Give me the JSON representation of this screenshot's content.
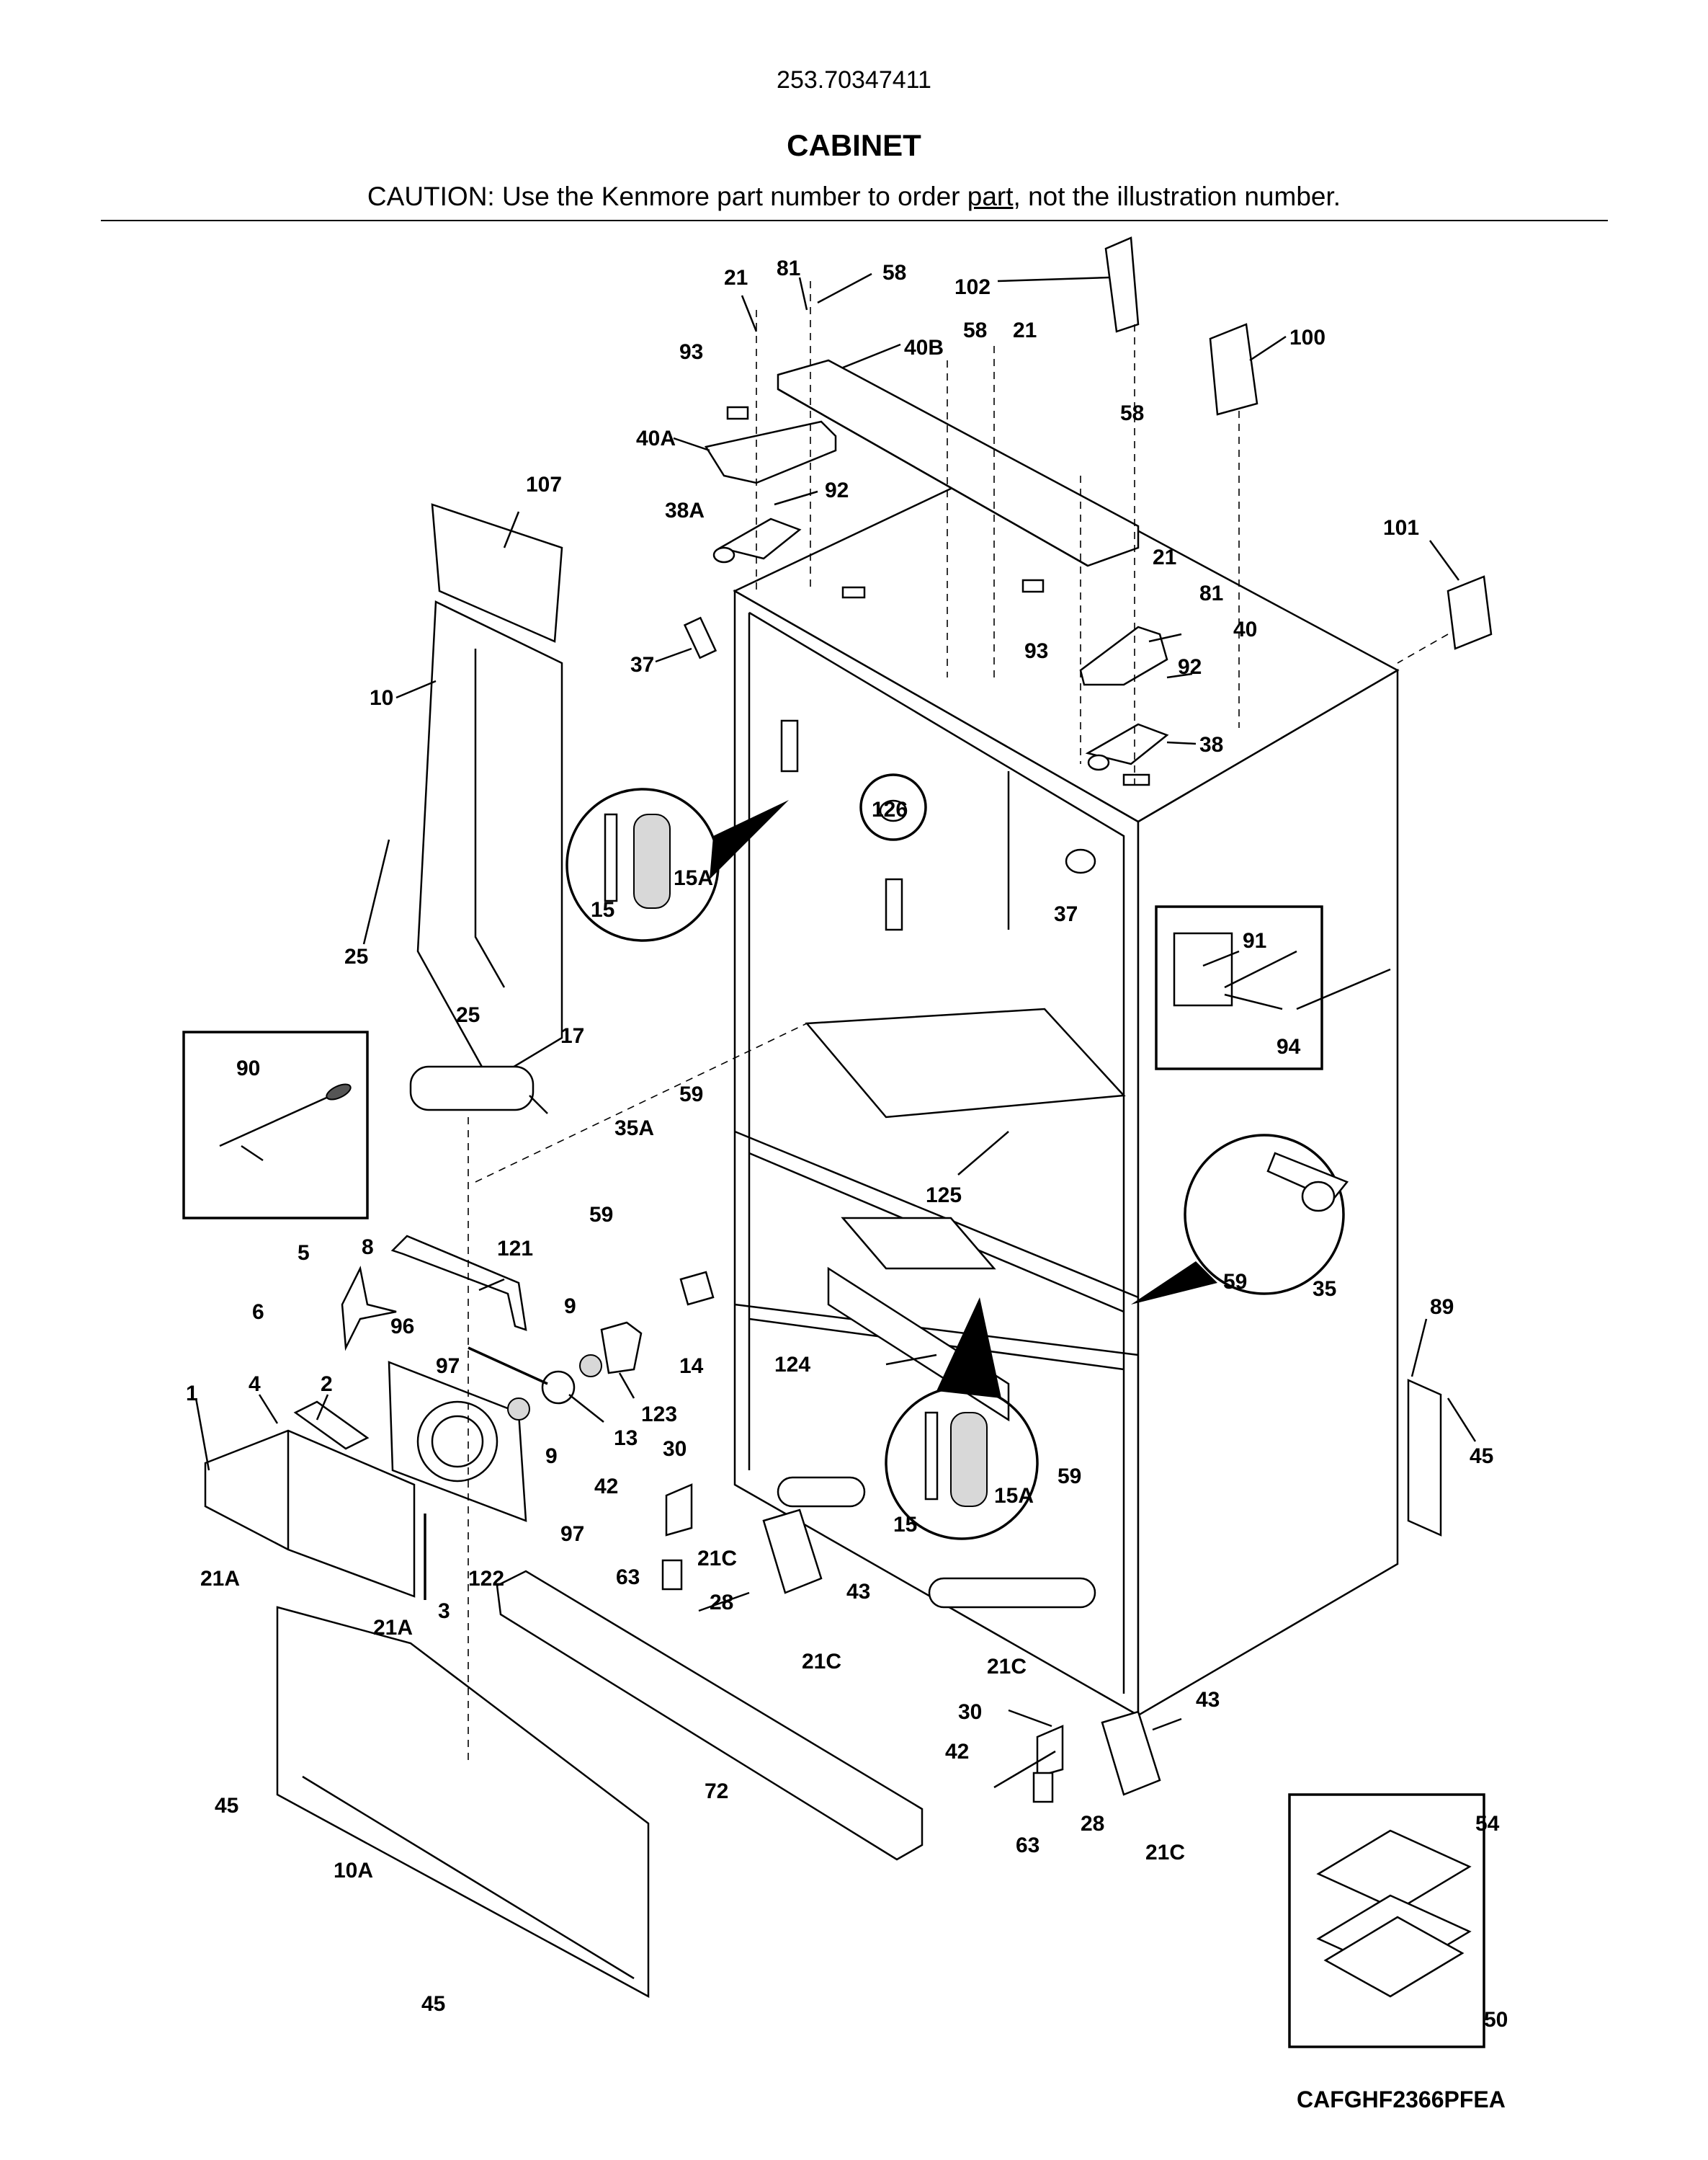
{
  "header": {
    "model_number": "253.70347411",
    "section_title": "CABINET",
    "caution_prefix": "CAUTION: Use the Kenmore part number to order ",
    "caution_link": "part",
    "caution_suffix": ", not the illustration number."
  },
  "footer": {
    "diagram_code": "CAFGHF2366PFEA"
  },
  "callouts": {
    "c21a": "21",
    "c81a": "81",
    "c58a": "58",
    "c102": "102",
    "c93a": "93",
    "c40b": "40B",
    "c58b": "58",
    "c21b": "21",
    "c100": "100",
    "c40a": "40A",
    "c58c": "58",
    "c92a": "92",
    "c38a": "38A",
    "c107": "107",
    "c101": "101",
    "c21c": "21",
    "c81b": "81",
    "c40": "40",
    "c93b": "93",
    "c37a": "37",
    "c92b": "92",
    "c10": "10",
    "c38": "38",
    "c126": "126",
    "c15a_top": "15A",
    "c15_top": "15",
    "c37b": "37",
    "c91": "91",
    "c94": "94",
    "c25a": "25",
    "c25b": "25",
    "c17": "17",
    "c90": "90",
    "c59a": "59",
    "c35a": "35A",
    "c125": "125",
    "c59b": "59",
    "c59c": "59",
    "c35": "35",
    "c5": "5",
    "c8": "8",
    "c121": "121",
    "c6": "6",
    "c96": "96",
    "c9a": "9",
    "c97a": "97",
    "c14": "14",
    "c124": "124",
    "c89": "89",
    "c123": "123",
    "c1": "1",
    "c4": "4",
    "c2": "2",
    "c13": "13",
    "c9b": "9",
    "c30a": "30",
    "c45a": "45",
    "c59d": "59",
    "c15a_bot": "15A",
    "c15_bot": "15",
    "c42a": "42",
    "c97b": "97",
    "c21c_a": "21C",
    "c21a_a": "21A",
    "c122": "122",
    "c63a": "63",
    "c28a": "28",
    "c43a": "43",
    "c3": "3",
    "c21a_b": "21A",
    "c21c_b": "21C",
    "c21c_c": "21C",
    "c30b": "30",
    "c43b": "43",
    "c42b": "42",
    "c45b": "45",
    "c72": "72",
    "c63b": "63",
    "c28b": "28",
    "c21c_d": "21C",
    "c10a": "10A",
    "c54": "54",
    "c50": "50",
    "c45c": "45"
  }
}
